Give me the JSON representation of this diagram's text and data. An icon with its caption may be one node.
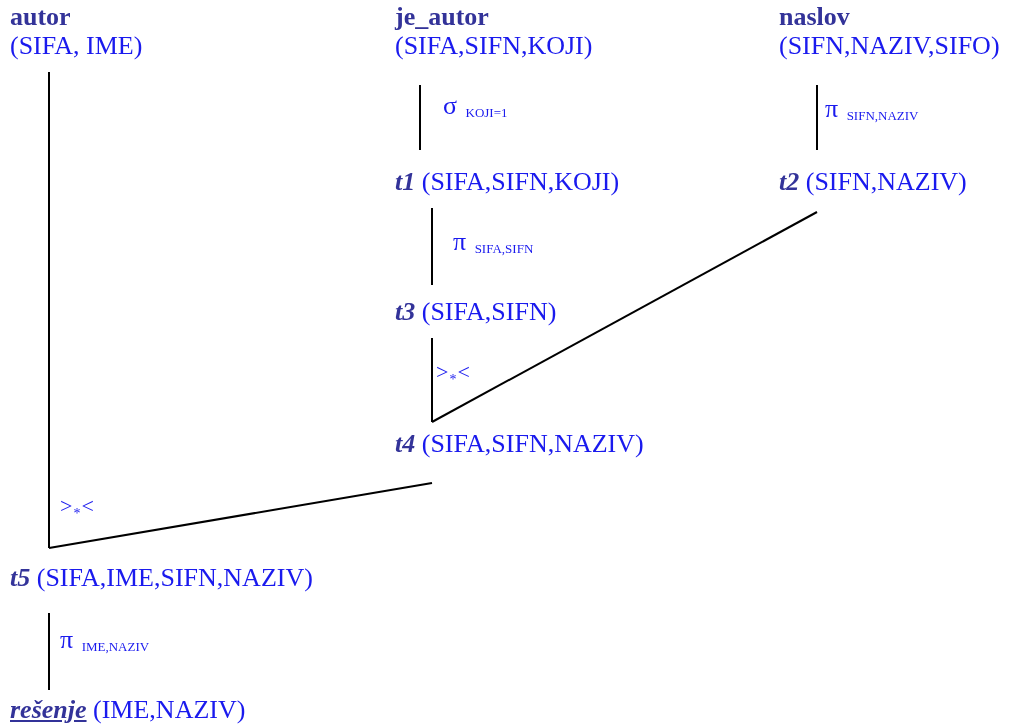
{
  "diagram": {
    "nodes": [
      {
        "text": [
          "autor",
          "(SIFA, IME)"
        ]
      },
      {
        "text": [
          "je_autor",
          "(SIFA,SIFN,KOJI)"
        ]
      },
      {
        "text": [
          "naslov",
          "(SIFN,NAZIV,SIFO)"
        ]
      },
      {
        "text": [
          "t1",
          "(SIFA,SIFN,KOJI)"
        ]
      },
      {
        "text": [
          "t2",
          "(SIFN,NAZIV)"
        ]
      },
      {
        "text": [
          "t3",
          "(SIFA,SIFN)"
        ]
      },
      {
        "text": [
          "t4",
          "(SIFA,SIFN,NAZIV)"
        ]
      },
      {
        "text": [
          "t5",
          "(SIFA,IME,SIFN,NAZIV)"
        ]
      },
      {
        "text": [
          "rešenje",
          "(IME,NAZIV)"
        ]
      }
    ],
    "edges": [
      {
        "from": 1,
        "to": 3,
        "arrow": "none",
        "label": "σ $_{KOJI=1}$"
      },
      {
        "from": 2,
        "to": 4,
        "arrow": "none",
        "label": "π $_{SIFN,NAZIV}$"
      },
      {
        "from": 3,
        "to": 5,
        "arrow": "none",
        "label": "π $_{SIFA,SIFN}$"
      },
      {
        "from": 5,
        "to": 6,
        "arrow": "none",
        "label": ">$_{*}$<"
      },
      {
        "from": 4,
        "to": 6,
        "arrow": "none"
      },
      {
        "from": 0,
        "to": 7,
        "arrow": "none",
        "label": ">$_{*}$<"
      },
      {
        "from": 6,
        "to": 7,
        "arrow": "none"
      },
      {
        "from": 7,
        "to": 8,
        "arrow": "none",
        "label": "π $_{IME,NAZIV}$"
      }
    ]
  }
}
